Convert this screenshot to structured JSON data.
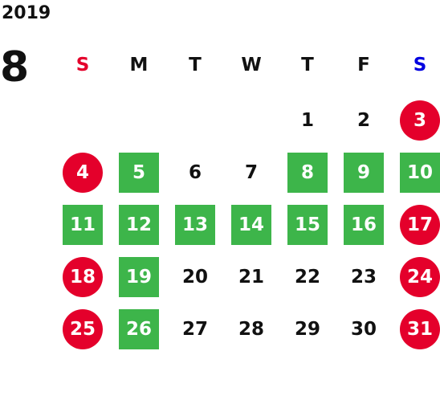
{
  "calendar": {
    "year": "2019",
    "month": "8",
    "weekdays": [
      {
        "label": "S",
        "color": "#e4002b"
      },
      {
        "label": "M",
        "color": "#111111"
      },
      {
        "label": "T",
        "color": "#111111"
      },
      {
        "label": "W",
        "color": "#111111"
      },
      {
        "label": "T",
        "color": "#111111"
      },
      {
        "label": "F",
        "color": "#111111"
      },
      {
        "label": "S",
        "color": "#0000e0"
      }
    ],
    "colors": {
      "holiday_circle": "#e4002b",
      "open_square": "#3db54a",
      "plain_text": "#111111"
    },
    "weeks": [
      [
        null,
        null,
        null,
        null,
        {
          "label": "1",
          "type": "plain"
        },
        {
          "label": "2",
          "type": "plain"
        },
        {
          "label": "3",
          "type": "holiday"
        }
      ],
      [
        {
          "label": "4",
          "type": "holiday"
        },
        {
          "label": "5",
          "type": "open"
        },
        {
          "label": "6",
          "type": "plain"
        },
        {
          "label": "7",
          "type": "plain"
        },
        {
          "label": "8",
          "type": "open"
        },
        {
          "label": "9",
          "type": "open"
        },
        {
          "label": "10",
          "type": "open"
        }
      ],
      [
        {
          "label": "11",
          "type": "open"
        },
        {
          "label": "12",
          "type": "open"
        },
        {
          "label": "13",
          "type": "open"
        },
        {
          "label": "14",
          "type": "open"
        },
        {
          "label": "15",
          "type": "open"
        },
        {
          "label": "16",
          "type": "open"
        },
        {
          "label": "17",
          "type": "holiday"
        }
      ],
      [
        {
          "label": "18",
          "type": "holiday"
        },
        {
          "label": "19",
          "type": "open"
        },
        {
          "label": "20",
          "type": "plain"
        },
        {
          "label": "21",
          "type": "plain"
        },
        {
          "label": "22",
          "type": "plain"
        },
        {
          "label": "23",
          "type": "plain"
        },
        {
          "label": "24",
          "type": "holiday"
        }
      ],
      [
        {
          "label": "25",
          "type": "holiday"
        },
        {
          "label": "26",
          "type": "open"
        },
        {
          "label": "27",
          "type": "plain"
        },
        {
          "label": "28",
          "type": "plain"
        },
        {
          "label": "29",
          "type": "plain"
        },
        {
          "label": "30",
          "type": "plain"
        },
        {
          "label": "31",
          "type": "holiday"
        }
      ]
    ]
  }
}
